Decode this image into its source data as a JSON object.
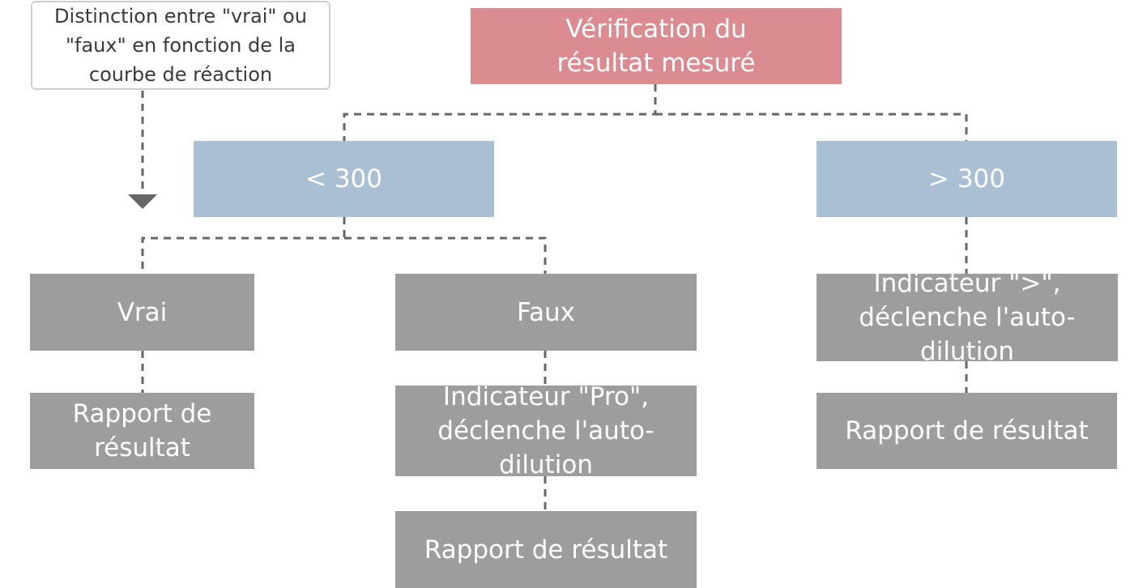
{
  "note": "Distinction entre \"vrai\" ou \"faux\" en fonction de la courbe de réaction",
  "root": "Vérification du résultat mesuré",
  "branches": {
    "low": "< 300",
    "high": "> 300"
  },
  "low_branch": {
    "true_label": "Vrai",
    "true_report": "Rapport de résultat",
    "false_label": "Faux",
    "false_indicator": "Indicateur \"Pro\", déclenche l'auto-dilution",
    "false_report": "Rapport de résultat"
  },
  "high_branch": {
    "indicator": "Indicateur \">\", déclenche l'auto-dilution",
    "report": "Rapport de résultat"
  },
  "colors": {
    "root": "#da8c90",
    "condition": "#a9bfd4",
    "step": "#9d9d9e",
    "connector": "#666666"
  }
}
